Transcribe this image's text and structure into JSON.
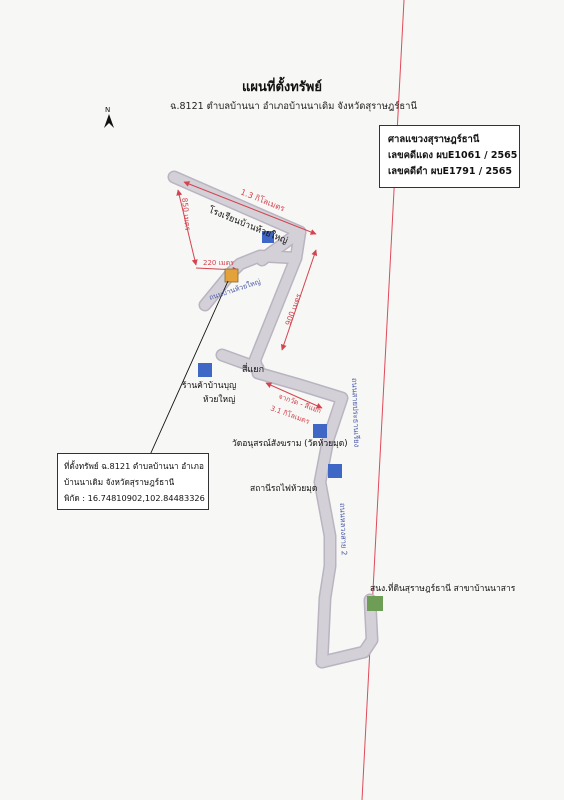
{
  "title": "แผนที่ตั้งทรัพย์",
  "subtitle": "ฉ.8121 ตำบลบ้านนา อำเภอบ้านนาเดิม จังหวัดสุราษฎร์ธานี",
  "court_box": {
    "court": "ศาลแขวงสุราษฎร์ธานี",
    "red_case": "เลขคดีแดง ผบE1061 / 2565",
    "black_case": "เลขคดีดำ ผบE1791 / 2565"
  },
  "property_box": {
    "line1": "ที่ตั้งทรัพย์ ฉ.8121 ตำบลบ้านนา อำเภอ",
    "line2": "บ้านนาเดิม จังหวัดสุราษฎร์ธานี",
    "line3": "พิกัด : 16.74810902,102.84483326"
  },
  "labels": {
    "dist_1_3km": "1.3 กิโลเมตร",
    "dist_850m": "850 เมตร",
    "dist_220m": "220 เมตร",
    "dist_900m": "900 เมตร",
    "dist_3_1km": "3.1 กิโลเมตร",
    "school": "โรงเรียนบ้านห้วยใหญ่",
    "road_huai_yai": "ถนนบ้านห้วยใหญ่",
    "junction": "สี่แยก",
    "shop": "ร้านค้าบ้านบุญ",
    "shop2": "ห้วยใหญ่",
    "temple_route": "จากวัด - สี่แยก",
    "temple": "วัดอนุสรณ์สังฆราม (วัดห้วยมุด)",
    "station": "สถานีรถไฟห้วยมุด",
    "main_road": "ถนนสายประธานเรียง",
    "road_2": "ถนนหลวงสาย 2",
    "land_office": "สนง.ที่ดินสุราษฎร์ธานี สาขาบ้านนาสาร"
  },
  "colors": {
    "road": "#d4d0d8",
    "road_edge": "#b9b4c0",
    "marker_blue": "#3f67c6",
    "marker_orange": "#e3a33a",
    "marker_green": "#6e9d55",
    "dimension": "#d4434f",
    "text_blue": "#4b5aa8",
    "margin_line": "#e04a5a"
  }
}
